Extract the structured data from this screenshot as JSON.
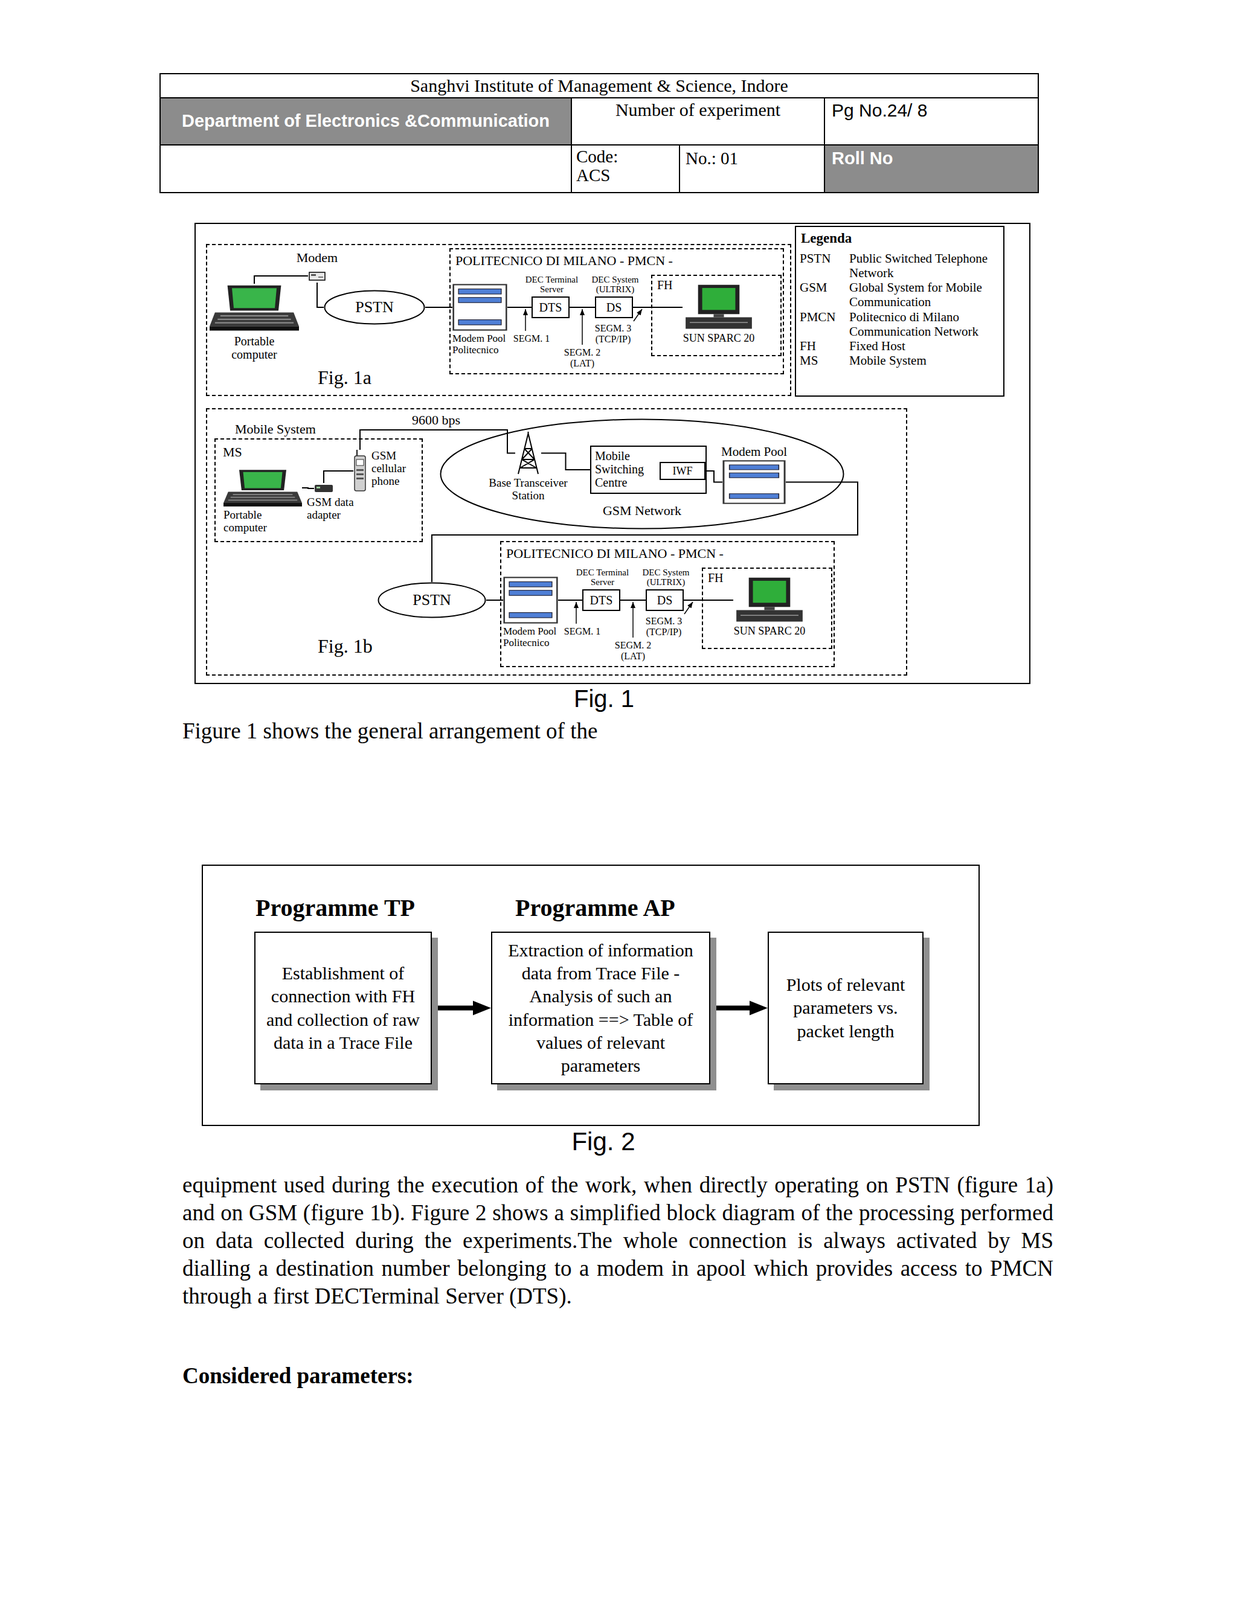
{
  "diagram": {
    "nodes": [
      {
        "text": [
          "Fig. 1a"
        ]
      },
      {
        "text": [
          "Modem"
        ],
        "in": 0
      },
      {
        "text": [
          "Portable computer"
        ],
        "in": 0
      },
      {
        "text": [
          "PSTN"
        ],
        "in": 0
      },
      {
        "text": [
          "POLITECNICO DI MILANO - PMCN -"
        ],
        "in": 0
      },
      {
        "text": [
          "Modem Pool Politecnico"
        ],
        "in": 4
      },
      {
        "text": [
          "DEC Terminal Server",
          "DTS"
        ],
        "in": 4
      },
      {
        "text": [
          "DEC System (ULTRIX)",
          "DS"
        ],
        "in": 4
      },
      {
        "text": [
          "FH"
        ],
        "in": 4
      },
      {
        "text": [
          "SUN SPARC 20"
        ],
        "in": 8
      },
      {
        "text": [
          "Legenda",
          "PSTN",
          "Public Switched Telephone Network",
          "GSM",
          "Global System for Mobile Communication",
          "PMCN",
          "Politecnico di Milano Communication Network",
          "FH",
          "Fixed Host",
          "MS",
          "Mobile System"
        ]
      },
      {
        "text": [
          "Fig. 1b"
        ]
      },
      {
        "text": [
          "Mobile System",
          "MS"
        ],
        "in": 11
      },
      {
        "text": [
          "GSM cellular phone"
        ],
        "in": 12
      },
      {
        "text": [
          "Portable computer"
        ],
        "in": 12
      },
      {
        "text": [
          "GSM data adapter"
        ],
        "in": 12
      },
      {
        "text": [
          "GSM Network"
        ],
        "in": 11
      },
      {
        "text": [
          "Base Transceiver Station"
        ],
        "in": 16
      },
      {
        "text": [
          "Mobile Switching Centre"
        ],
        "in": 16
      },
      {
        "text": [
          "IWF"
        ],
        "in": 18
      },
      {
        "text": [
          "Modem Pool"
        ],
        "in": 16
      },
      {
        "text": [
          "PSTN"
        ],
        "in": 11
      },
      {
        "text": [
          "POLITECNICO DI MILANO - PMCN -"
        ],
        "in": 11
      },
      {
        "text": [
          "Modem Pool Politecnico"
        ],
        "in": 22
      },
      {
        "text": [
          "DEC Terminal Server",
          "DTS"
        ],
        "in": 22
      },
      {
        "text": [
          "DEC System (ULTRIX)",
          "DS"
        ],
        "in": 22
      },
      {
        "text": [
          "FH"
        ],
        "in": 22
      },
      {
        "text": [
          "SUN SPARC 20"
        ],
        "in": 26
      },
      {
        "text": [
          "Programme TP",
          "Establishment of connection with FH and collection of raw data in a Trace File"
        ]
      },
      {
        "text": [
          "Programme AP",
          "Extraction of information data from Trace File - Analysis of such an information ==> Table of values of relevant parameters"
        ]
      },
      {
        "text": [
          "Plots of relevant parameters vs. packet length"
        ]
      }
    ],
    "edges": [
      {
        "from": 2,
        "to": 1,
        "arrow": "none"
      },
      {
        "from": 1,
        "to": 3,
        "arrow": "none"
      },
      {
        "from": 3,
        "to": 5,
        "arrow": "none"
      },
      {
        "from": 5,
        "to": 6,
        "arrow": "none"
      },
      {
        "from": 6,
        "to": 7,
        "arrow": "none"
      },
      {
        "from": 7,
        "to": 9,
        "arrow": "none"
      },
      {
        "from": 14,
        "to": 15,
        "arrow": "none"
      },
      {
        "from": 15,
        "to": 13,
        "arrow": "none"
      },
      {
        "from": 13,
        "to": 17,
        "label": "9600 bps",
        "arrow": "none"
      },
      {
        "from": 17,
        "to": 18,
        "arrow": "none"
      },
      {
        "from": 19,
        "to": 20,
        "arrow": "none"
      },
      {
        "from": 20,
        "to": 21,
        "arrow": "none"
      },
      {
        "from": 21,
        "to": 23,
        "arrow": "none"
      },
      {
        "from": 23,
        "to": 24,
        "arrow": "none"
      },
      {
        "from": 24,
        "to": 25,
        "arrow": "none"
      },
      {
        "from": 25,
        "to": 27,
        "arrow": "none"
      },
      {
        "from": 28,
        "to": 29,
        "arrow": "to"
      },
      {
        "from": 29,
        "to": 30,
        "arrow": "to"
      }
    ],
    "labels": [
      "Sanghvi Institute of Management & Science, Indore",
      "Department of Electronics &Communication",
      "Number of experiment",
      "Pg No.24/ 8",
      "Code: ACS",
      "No.: 01",
      "Roll No",
      "SEGM. 1",
      "SEGM. 2 (LAT)",
      "SEGM. 3 (TCP/IP)",
      "SEGM. 1",
      "SEGM. 2 (LAT)",
      "SEGM. 3 (TCP/IP)",
      "Fig. 1",
      "Figure 1 shows the general arrangement of the",
      "Fig. 2",
      "equipment used during the execution of the work, when directly operating on PSTN (figure 1a) and on GSM (figure 1b). Figure 2 shows a simplified block diagram of the processing performed on data collected during the experiments.The whole connection is always activated by MS dialling a destination number belonging to a modem in apool which provides access to PMCN through a first DECTerminal Server (DTS).",
      "Considered parameters:"
    ]
  }
}
